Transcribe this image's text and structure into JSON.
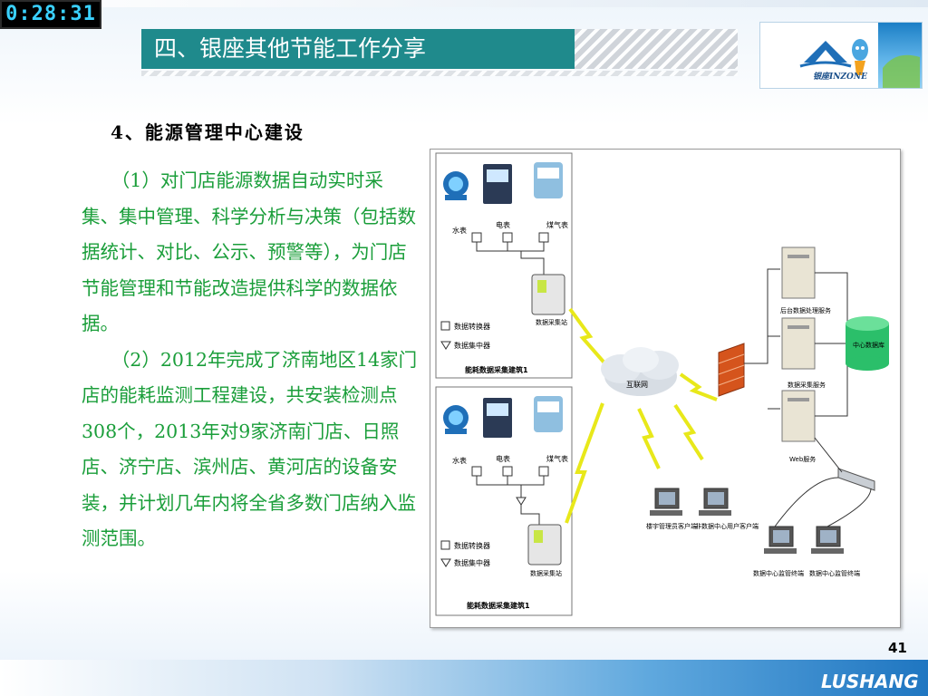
{
  "timer": {
    "value": "0:28:31"
  },
  "slide": {
    "title": "四、银座其他节能工作分享",
    "subheading": "4、能源管理中心建设",
    "paragraphs": [
      "（1）对门店能源数据自动实时采集、集中管理、科学分析与决策（包括数据统计、对比、公示、预警等），为门店节能管理和节能改造提供科学的数据依据。",
      "（2）2012年完成了济南地区14家门店的能耗监测工程建设，共安装检测点308个，2013年对9家济南门店、日照店、济宁店、滨州店、黄河店的设备安装，并计划几年内将全省多数门店纳入监测范围。"
    ],
    "page_number": "41"
  },
  "logo": {
    "text": "银座INZONE"
  },
  "footer": {
    "brand": "LUSHANG"
  },
  "diagram": {
    "building1": {
      "meters": [
        "水表",
        "电表",
        "煤气表"
      ],
      "collector": "数据采集站",
      "legend_converter": "数据转换器",
      "legend_concentrator": "数据集中器",
      "caption": "能耗数据采集建筑1"
    },
    "building2": {
      "meters": [
        "水表",
        "电表",
        "煤气表"
      ],
      "collector": "数据采集站",
      "legend_converter": "数据转换器",
      "legend_concentrator": "数据集中器",
      "caption": "能耗数据采集建筑1"
    },
    "internet": "互联网",
    "servers": [
      "后台数据处理服务",
      "数据采集服务",
      "Web服务"
    ],
    "database": "中心数据库",
    "clients": [
      "楼宇管理员客户端",
      "非数据中心用户客户端"
    ],
    "center_terminals": [
      "数据中心监管终端",
      "数据中心监管终端"
    ]
  },
  "colors": {
    "title_bar": "#1f8a8c",
    "body_text": "#1a9e3a",
    "lightning": "#e8e81a",
    "firewall": "#d5541c",
    "database": "#2bbf6a"
  }
}
